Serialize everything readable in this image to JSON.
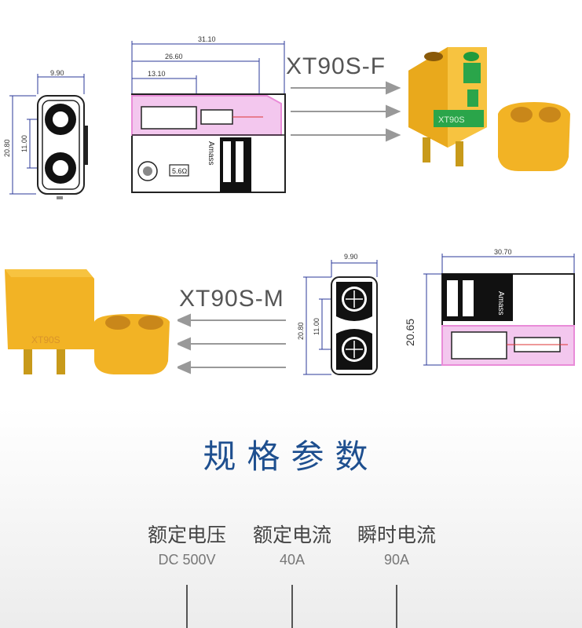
{
  "xt90s_f": {
    "label": "XT90S-F",
    "front_view": {
      "width": "9.90",
      "height": "20.80",
      "pin_spacing": "11.00"
    },
    "side_view": {
      "total_length": "31.10",
      "length_2": "26.60",
      "length_3": "13.10",
      "mark_text": "Amass",
      "size_text": "5.6Ω"
    },
    "product_text": "XT90S"
  },
  "xt90s_m": {
    "label": "XT90S-M",
    "front_view": {
      "width": "9.90",
      "height": "20.80",
      "pin_spacing": "11.00"
    },
    "side_view": {
      "total_length": "30.70",
      "height": "20.65",
      "mark_text": "Amass"
    },
    "product_text": "XT90S"
  },
  "specs": {
    "title": "规格参数",
    "columns": [
      {
        "heading": "额定电压",
        "value": "DC 500V"
      },
      {
        "heading": "额定电流",
        "value": "40A"
      },
      {
        "heading": "瞬时电流",
        "value": "90A"
      }
    ]
  },
  "colors": {
    "accent_title": "#1e4f8f",
    "connector_yellow": "#f2b325",
    "dim_line": "#2b3a9a",
    "cutaway_pink": "#e98bd8"
  }
}
